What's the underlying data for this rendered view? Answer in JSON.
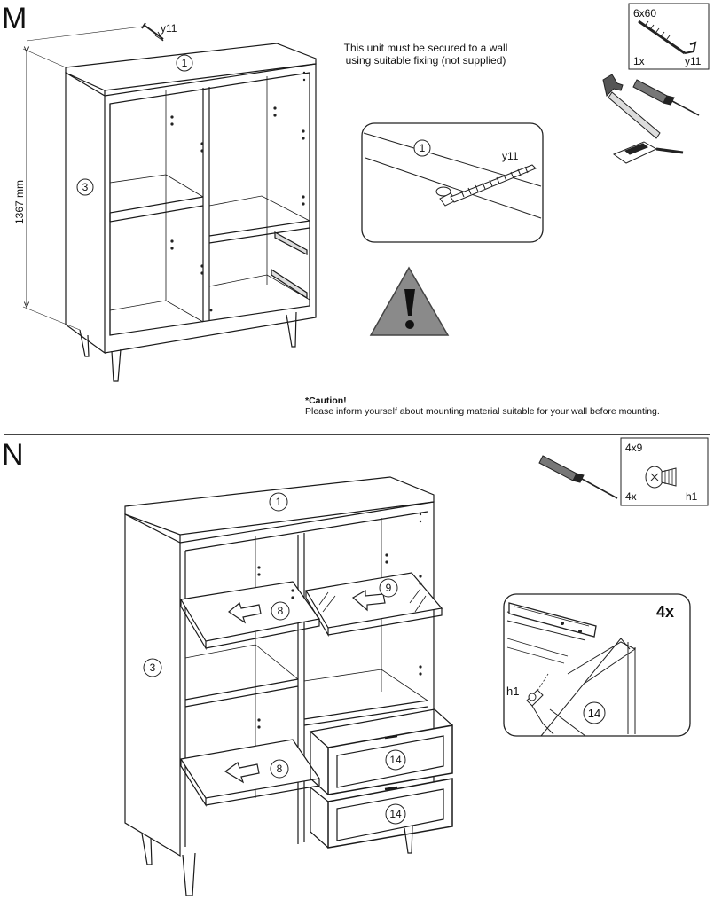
{
  "steps": {
    "m": {
      "letter": "M",
      "height_label": "1367 mm",
      "fitting_label": "y11",
      "part_top": "1",
      "part_side": "3",
      "note_line1": "This unit must be secured to a wall",
      "note_line2": "using suitable fixing (not supplied)",
      "detail_part": "1",
      "detail_fitting": "y11",
      "hardware_box": {
        "size": "6x60",
        "qty": "1x",
        "code": "y11"
      },
      "caution_title": "*Caution!",
      "caution_text": "Please inform yourself about mounting material suitable for your wall before mounting."
    },
    "n": {
      "letter": "N",
      "part_top": "1",
      "part_side": "3",
      "shelf_a": "8",
      "shelf_b": "8",
      "glass_shelf": "9",
      "drawer_a": "14",
      "drawer_b": "14",
      "hardware_box": {
        "size": "4x9",
        "qty": "4x",
        "code": "h1"
      },
      "detail_multiplier": "4x",
      "detail_screw": "h1",
      "detail_drawer": "14"
    }
  }
}
